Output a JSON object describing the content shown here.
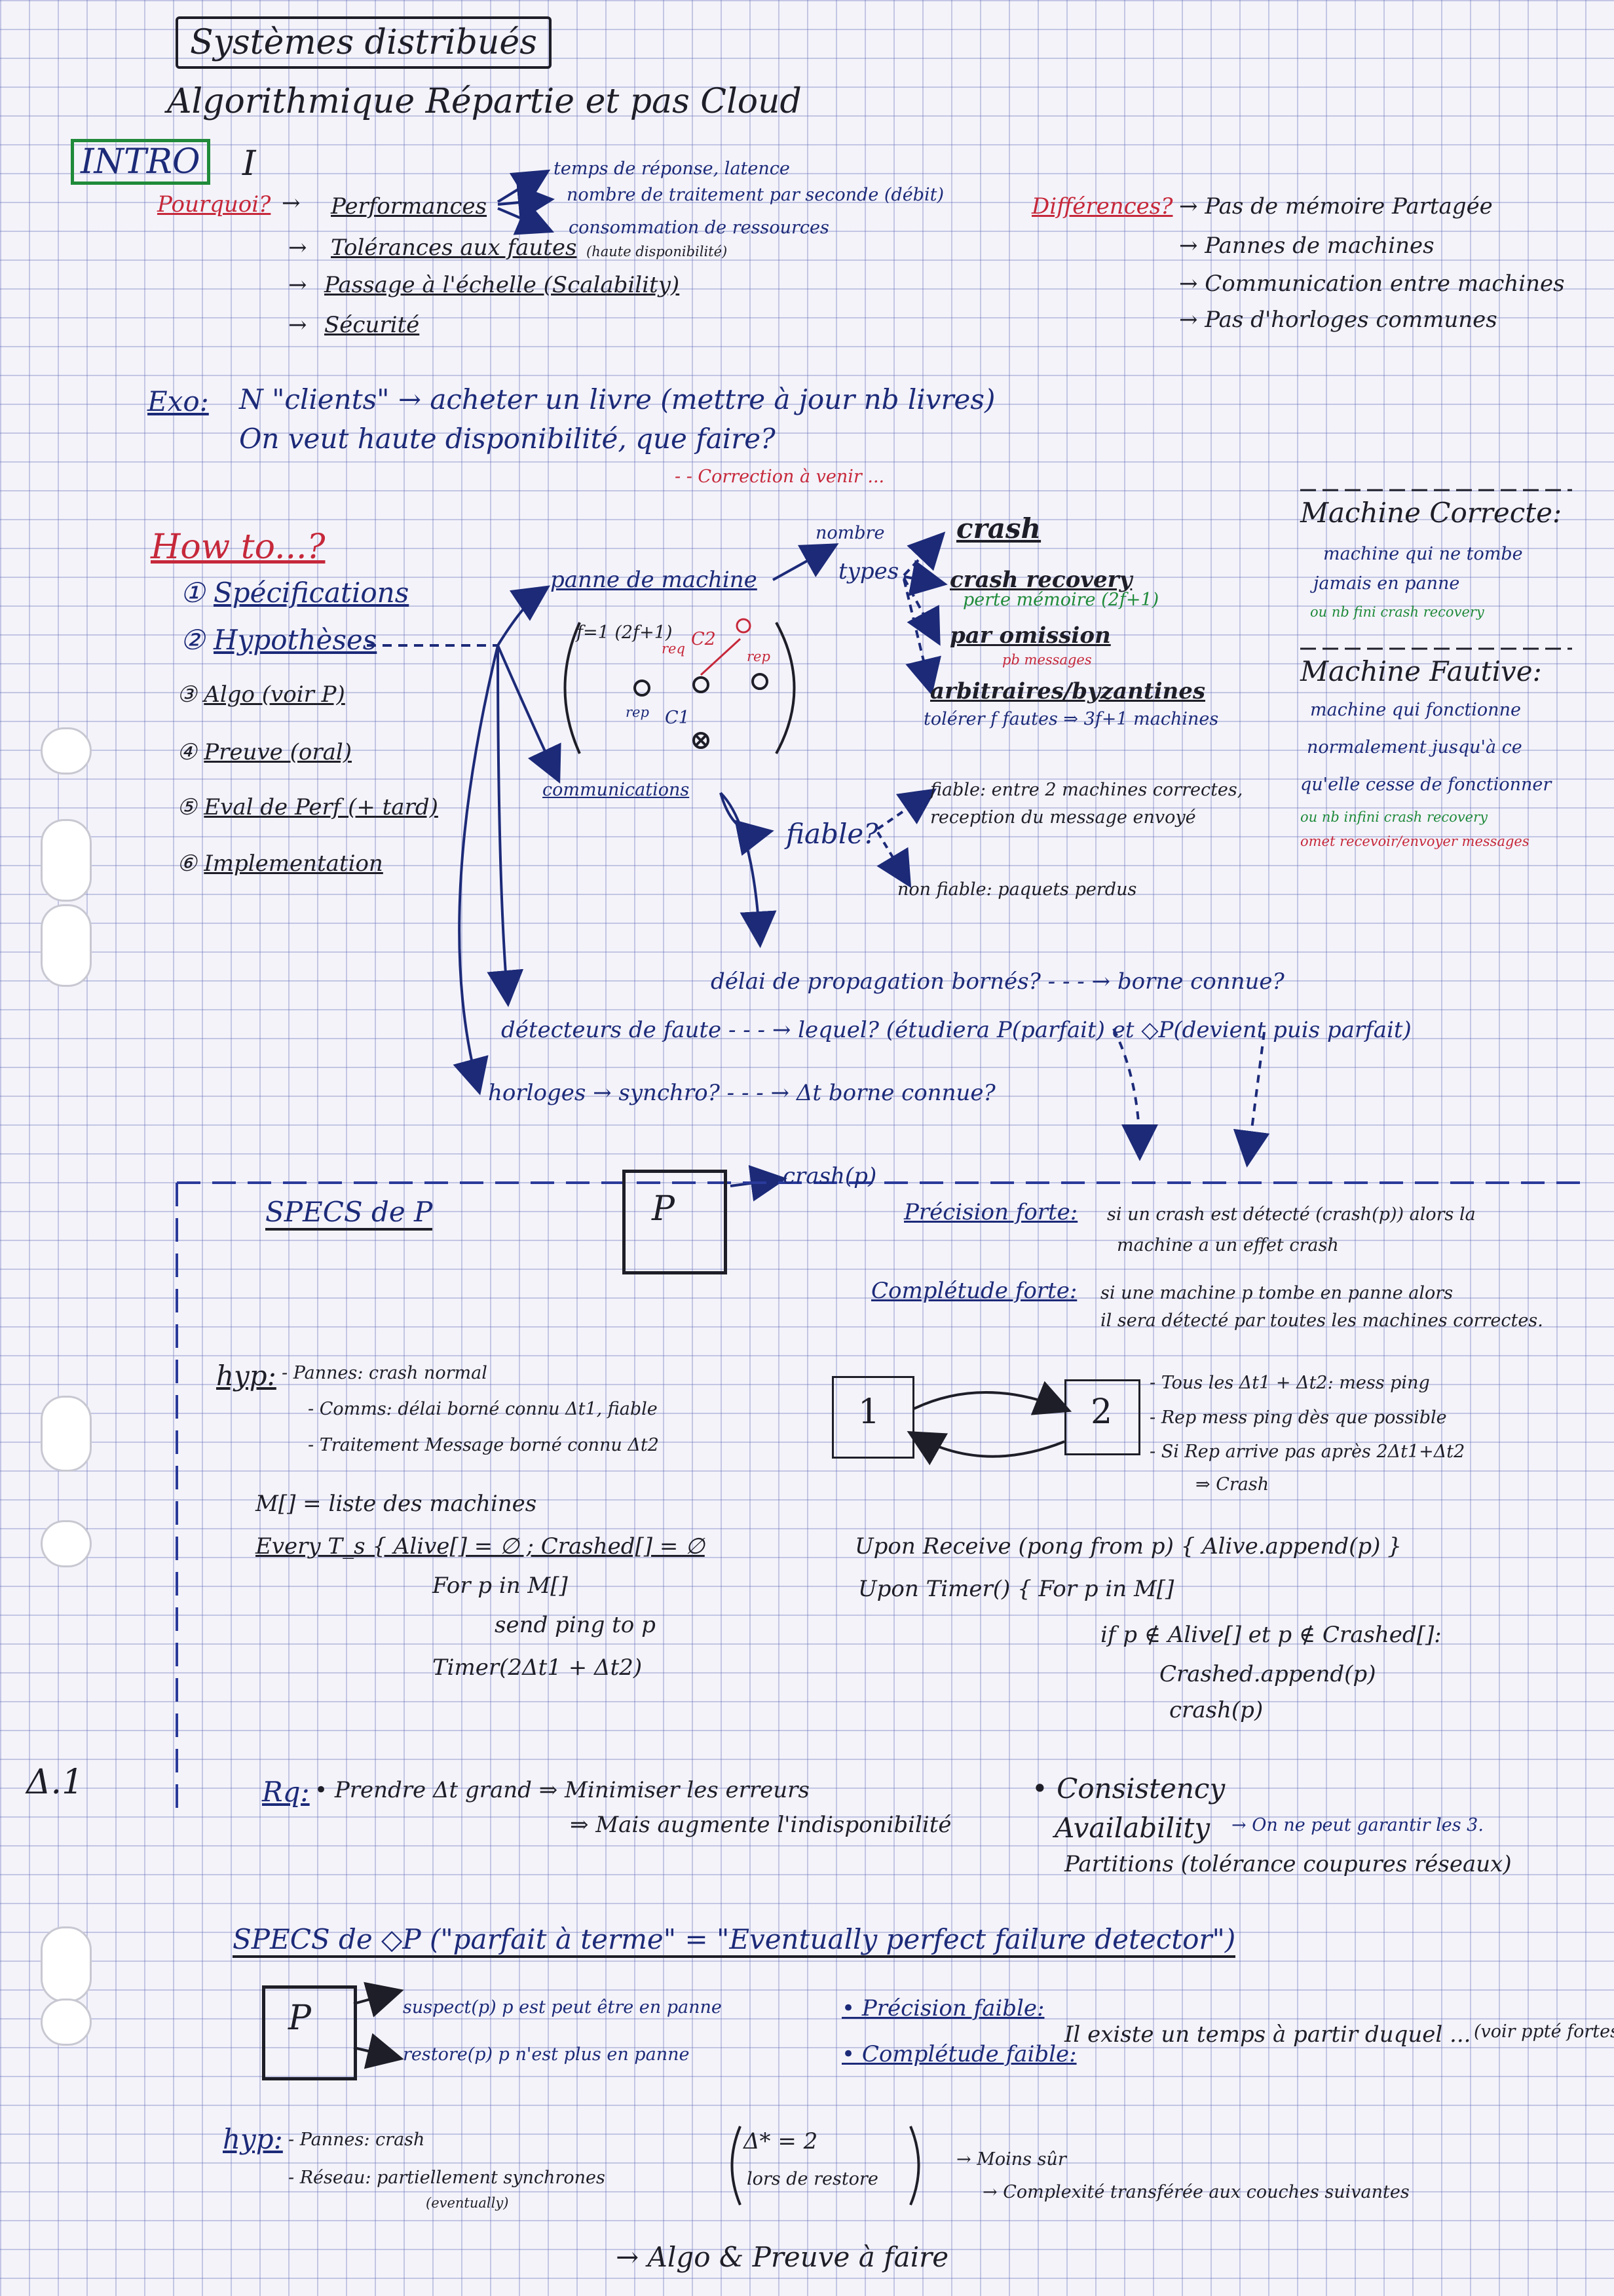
{
  "header": {
    "title": "Systèmes distribués",
    "subtitle": "Algorithmique Répartie et pas Cloud"
  },
  "intro": {
    "label": "INTRO",
    "roman": "I",
    "pourquoi": "Pourquoi?",
    "performance": "Performances",
    "perf_items": [
      "temps de réponse, latence",
      "nombre de traitement par seconde (débit)",
      "consommation de ressources"
    ],
    "items": [
      "Tolérances aux fautes",
      "Passage à l'échelle (Scalability)",
      "Sécurité"
    ],
    "haute_dispo": "(haute disponibilité)",
    "differences_label": "Différences?",
    "differences": [
      "Pas de mémoire Partagée",
      "Pannes de machines",
      "Communication entre machines",
      "Pas d'horloges communes"
    ]
  },
  "exo": {
    "label": "Exo:",
    "line1": "N \"clients\" → acheter un livre (mettre à jour nb livres)",
    "line2": "On veut haute disponibilité, que faire?",
    "line3": "- - Correction à venir ..."
  },
  "howto": {
    "title": "How to...?",
    "steps": [
      "Spécifications",
      "Hypothèses",
      "Algo (voir P)",
      "Preuve (oral)",
      "Eval de Perf (+ tard)",
      "Implementation"
    ],
    "panne": "panne de machine",
    "nombre": "nombre",
    "types": "types",
    "formula": "f=1 (2f+1)",
    "diagram_labels": [
      "req",
      "C2",
      "rep",
      "C1",
      "rep"
    ],
    "types_list": [
      "crash",
      "crash recovery",
      "perte mémoire (2f+1)",
      "par omission",
      "pb messages",
      "arbitraires/byzantines",
      "tolérer f fautes ⇒ 3f+1 machines"
    ],
    "communication": "communications",
    "fiable_q": "fiable?",
    "fiable": "fiable: entre 2 machines correctes, reception du message envoyé",
    "non_fiable": "non fiable: paquets perdus",
    "delai": "délai de propagation bornés? - - - → borne connue?",
    "detecteurs": "détecteurs de faute - - - → lequel? (étudiera P(parfait) et ◇P(devient puis parfait)",
    "horloges": "horloges → synchro? - - - → Δt borne connue?",
    "machine_correcte_title": "Machine Correcte:",
    "machine_correcte": [
      "machine qui ne tombe",
      "jamais en panne",
      "ou nb fini crash recovery"
    ],
    "machine_fautive_title": "Machine Fautive:",
    "machine_fautive": [
      "machine qui fonctionne",
      "normalement jusqu'à ce",
      "qu'elle cesse de fonctionner",
      "ou nb infini crash recovery",
      "omet recevoir/envoyer messages"
    ]
  },
  "specs_p": {
    "title": "SPECS de P",
    "crash": "crash(p)",
    "precision_label": "Précision forte:",
    "precision": [
      "si un crash est détecté (crash(p)) alors la",
      "machine a un effet crash"
    ],
    "completude_label": "Complétude forte:",
    "completude": [
      "si une machine p tombe en panne alors",
      "il sera détecté par toutes les machines correctes."
    ],
    "hyp_label": "hyp:",
    "hyps": [
      "- Pannes: crash normal",
      "- Comms: délai borné connu Δt1, fiable",
      "- Traitement Message borné connu Δt2"
    ],
    "node1": "1",
    "node2": "2",
    "timing": [
      "- Tous les Δt1 + Δt2: mess ping",
      "- Rep mess ping dès que possible",
      "- Si Rep arrive pas après 2Δt1+Δt2",
      "⇒ Crash"
    ],
    "algo_left": [
      "M[] = liste des machines",
      "Every T_s { Alive[] = ∅ ; Crashed[] = ∅",
      "For p in M[]",
      "send ping to p",
      "Timer(2Δt1 + Δt2)"
    ],
    "algo_right": [
      "Upon Receive (pong from p) { Alive.append(p) }",
      "Upon Timer() { For p in M[]",
      "if p ∉ Alive[] et p ∉ Crashed[]:",
      "Crashed.append(p)",
      "crash(p)"
    ],
    "margin": "Δ.1",
    "rq_label": "Rq:",
    "rq1": "• Prendre Δt grand ⇒ Minimiser les erreurs",
    "rq2": "⇒ Mais augmente l'indisponibilité",
    "cap": [
      "• Consistency",
      "Availability",
      "Partitions (tolérance coupures réseaux)"
    ],
    "cap_note": "→ On ne peut garantir les 3."
  },
  "specs_ep": {
    "title": "SPECS de ◇P (\"parfait à terme\" = \"Eventually perfect failure detector\")",
    "suspect": "suspect(p) p est peut être en panne",
    "restore": "restore(p) p n'est plus en panne",
    "precision": "• Précision faible:",
    "completude": "• Complétude faible:",
    "exists": "Il existe un temps à partir duquel ...",
    "voir": "(voir ppté fortes)",
    "hyp_label": "hyp:",
    "hyps": [
      "- Pannes: crash",
      "- Réseau: partiellement synchrones"
    ],
    "eventually": "(eventually)",
    "delta": "Δ* = 2",
    "restore_count": "lors de restore",
    "moins": "→ Moins sûr",
    "complexite": "→ Complexité transférée aux couches suivantes",
    "final": "→ Algo & Preuve à faire"
  }
}
